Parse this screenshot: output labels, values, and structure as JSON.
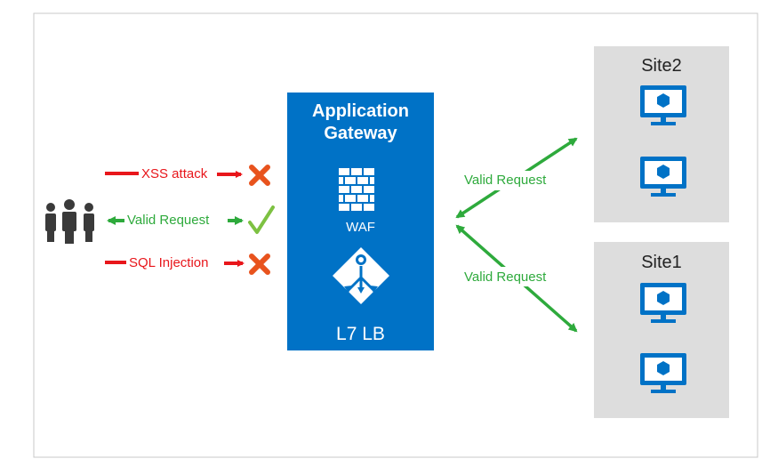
{
  "gateway": {
    "title_line1": "Application",
    "title_line2": "Gateway",
    "waf_label": "WAF",
    "lb_label": "L7 LB"
  },
  "client_requests": [
    {
      "label": "XSS attack",
      "status": "blocked"
    },
    {
      "label": "Valid Request",
      "status": "allowed"
    },
    {
      "label": "SQL Injection",
      "status": "blocked"
    }
  ],
  "backend_links": [
    {
      "label": "Valid Request",
      "target": "Site2"
    },
    {
      "label": "Valid Request",
      "target": "Site1"
    }
  ],
  "sites": [
    {
      "name": "Site2",
      "vm_icons": [
        "vm-monitor-icon",
        "vm-monitor-icon"
      ]
    },
    {
      "name": "Site1",
      "vm_icons": [
        "vm-monitor-icon",
        "vm-monitor-icon"
      ]
    }
  ],
  "colors": {
    "gateway_blue": "#0072c6",
    "site_gray": "#dddddd",
    "attack_red": "#e8161b",
    "valid_green": "#2eaa3c",
    "block_x": "#e8531d",
    "users": "#3a3a3a"
  }
}
